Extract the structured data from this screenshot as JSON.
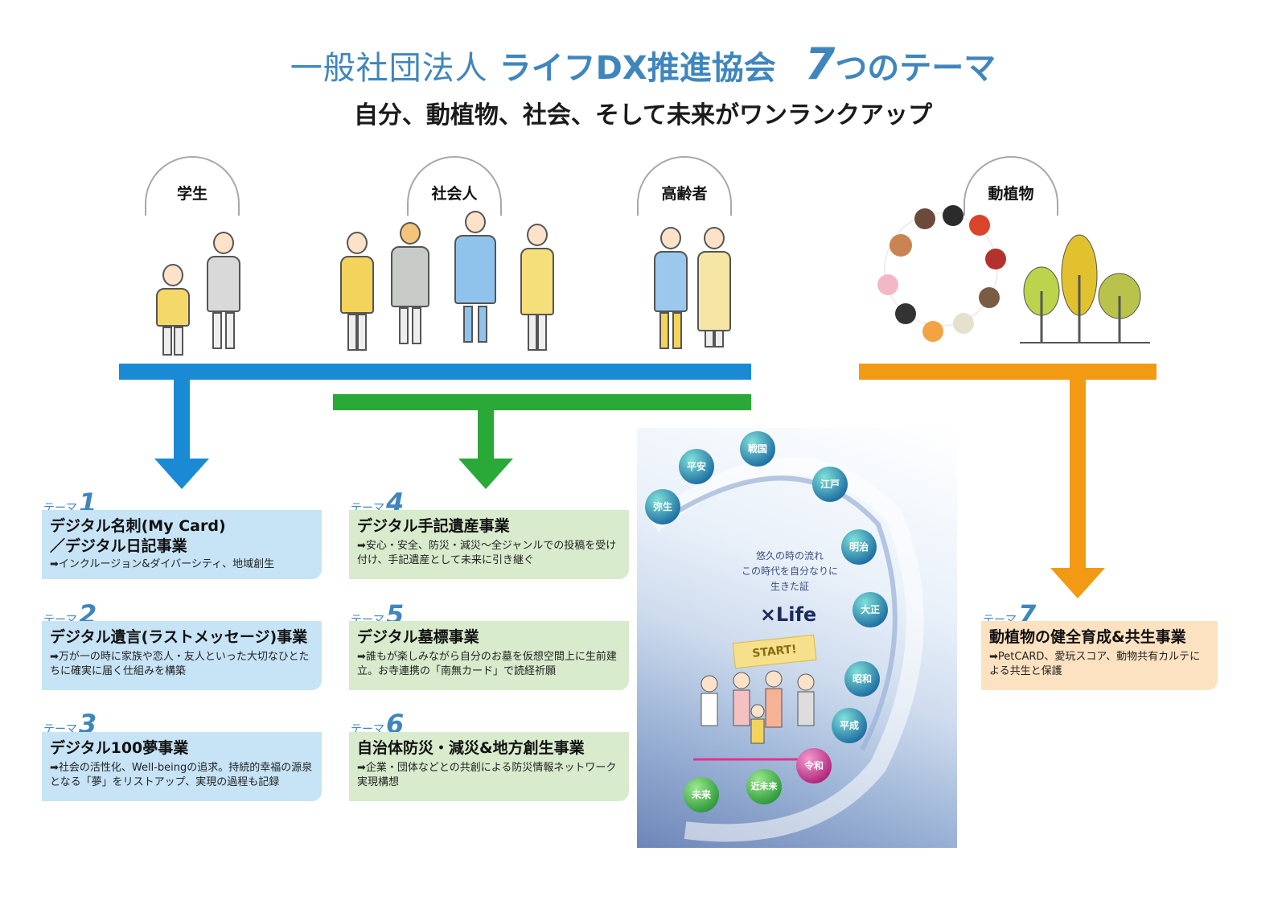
{
  "header": {
    "org": "一般社団法人",
    "name": "ライフDX推進協会",
    "count": "7",
    "theme": "つのテーマ",
    "subtitle": "自分、動植物、社会、そして未来がワンランクアップ"
  },
  "categories": [
    "学生",
    "社会人",
    "高齢者",
    "動植物"
  ],
  "colors": {
    "blue": "#1a8ad4",
    "green": "#2aa838",
    "orange": "#f39a14",
    "title": "#3f86bd"
  },
  "themes": [
    {
      "label": "テーマ",
      "num": "1",
      "title": "デジタル名刺(My Card)／デジタル日記事業",
      "title1": "デジタル名刺(My Card)",
      "title2": "／デジタル日記事業",
      "desc": "➡インクルージョン&ダイバーシティ、地域創生"
    },
    {
      "label": "テーマ",
      "num": "2",
      "title": "デジタル遺言(ラストメッセージ)事業",
      "desc": "➡万が一の時に家族や恋人・友人といった大切なひとたちに確実に届く仕組みを構築"
    },
    {
      "label": "テーマ",
      "num": "3",
      "title": "デジタル100夢事業",
      "desc": "➡社会の活性化、Well-beingの追求。持続的幸福の源泉となる「夢」をリストアップ、実現の過程も記録"
    },
    {
      "label": "テーマ",
      "num": "4",
      "title": "デジタル手記遺産事業",
      "desc": "➡安心・安全、防災・減災～全ジャンルでの投稿を受け付け、手記遺産として未来に引き継ぐ"
    },
    {
      "label": "テーマ",
      "num": "5",
      "title": "デジタル墓標事業",
      "desc": "➡誰もが楽しみながら自分のお墓を仮想空間上に生前建立。お寺連携の「南無カード」で読経祈願"
    },
    {
      "label": "テーマ",
      "num": "6",
      "title": "自治体防災・減災&地方創生事業",
      "desc": "➡企業・団体などとの共創による防災情報ネットワーク実現構想"
    },
    {
      "label": "テーマ",
      "num": "7",
      "title": "動植物の健全育成&共生事業",
      "desc": "➡PetCARD、愛玩スコア、動物共有カルテによる共生と保護"
    }
  ],
  "poster": {
    "eras": [
      "弥生",
      "平安",
      "戦国",
      "江戸",
      "明治",
      "大正",
      "昭和",
      "平成",
      "令和",
      "近未来",
      "未来"
    ],
    "tagline": [
      "悠久の時の流れ",
      "この時代を自分なりに",
      "生きた証"
    ],
    "brand": "×Life",
    "start": "START!"
  }
}
